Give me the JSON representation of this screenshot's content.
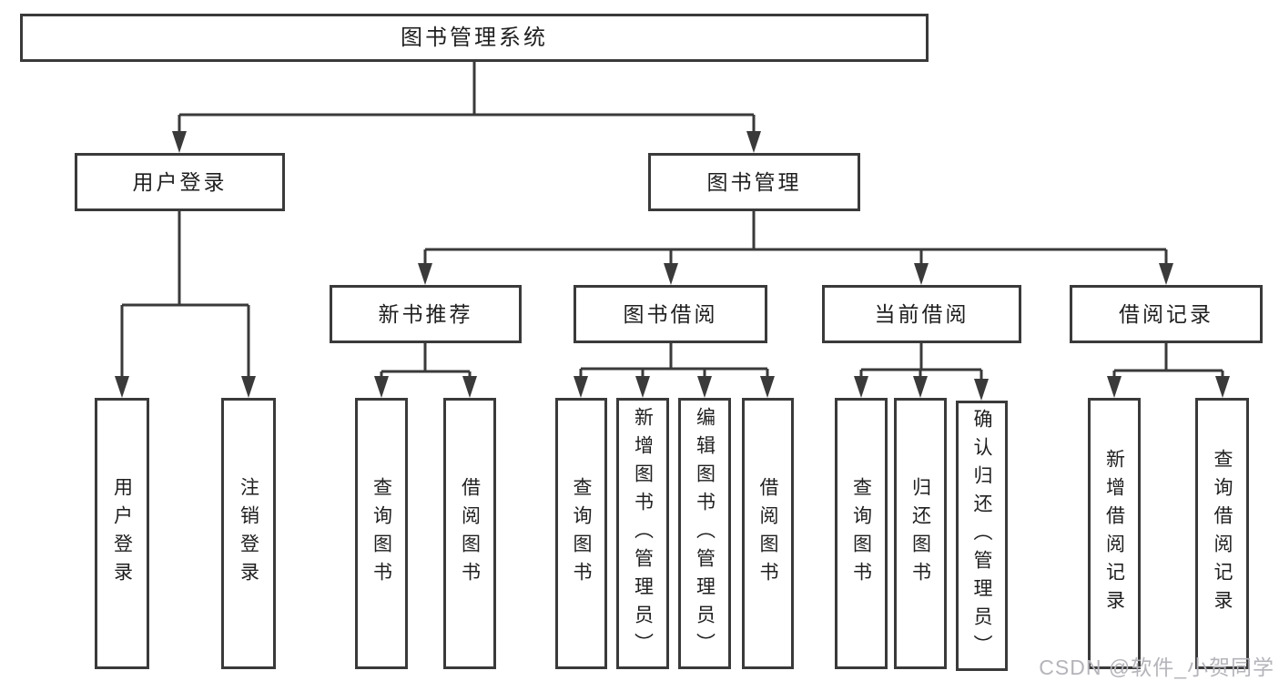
{
  "diagram": {
    "title": "图书管理系统",
    "watermark": "CSDN @软件_小贺同学",
    "colors": {
      "line": "#3a3a3a",
      "text": "#1f1f1f",
      "watermark": "#b4b4ba",
      "background": "#ffffff"
    },
    "nodes": {
      "root": {
        "label": "图书管理系统"
      },
      "user_login": {
        "label": "用户登录"
      },
      "book_mgmt": {
        "label": "图书管理"
      },
      "new_book_rec": {
        "label": "新书推荐"
      },
      "book_borrow": {
        "label": "图书借阅"
      },
      "current_borrow": {
        "label": "当前借阅"
      },
      "borrow_records": {
        "label": "借阅记录"
      },
      "leaf_user_login": {
        "label": "用户登录"
      },
      "leaf_logout": {
        "label": "注销登录"
      },
      "leaf_query_1": {
        "label": "查询图书"
      },
      "leaf_borrow_1": {
        "label": "借阅图书"
      },
      "leaf_query_2": {
        "label": "查询图书"
      },
      "leaf_add_books": {
        "label": "新增图书（管理员）"
      },
      "leaf_edit_books": {
        "label": "编辑图书（管理员）"
      },
      "leaf_borrow_2": {
        "label": "借阅图书"
      },
      "leaf_query_3": {
        "label": "查询图书"
      },
      "leaf_return_books": {
        "label": "归还图书"
      },
      "leaf_confirm_return": {
        "label": "确认归还（管理员）"
      },
      "leaf_add_record": {
        "label": "新增借阅记录"
      },
      "leaf_query_record": {
        "label": "查询借阅记录"
      }
    },
    "edges": [
      {
        "from": "root",
        "to": "user_login"
      },
      {
        "from": "root",
        "to": "book_mgmt"
      },
      {
        "from": "user_login",
        "to": "leaf_user_login"
      },
      {
        "from": "user_login",
        "to": "leaf_logout"
      },
      {
        "from": "book_mgmt",
        "to": "new_book_rec"
      },
      {
        "from": "book_mgmt",
        "to": "book_borrow"
      },
      {
        "from": "book_mgmt",
        "to": "current_borrow"
      },
      {
        "from": "book_mgmt",
        "to": "borrow_records"
      },
      {
        "from": "new_book_rec",
        "to": "leaf_query_1"
      },
      {
        "from": "new_book_rec",
        "to": "leaf_borrow_1"
      },
      {
        "from": "book_borrow",
        "to": "leaf_query_2"
      },
      {
        "from": "book_borrow",
        "to": "leaf_add_books"
      },
      {
        "from": "book_borrow",
        "to": "leaf_edit_books"
      },
      {
        "from": "book_borrow",
        "to": "leaf_borrow_2"
      },
      {
        "from": "current_borrow",
        "to": "leaf_query_3"
      },
      {
        "from": "current_borrow",
        "to": "leaf_return_books"
      },
      {
        "from": "current_borrow",
        "to": "leaf_confirm_return"
      },
      {
        "from": "borrow_records",
        "to": "leaf_add_record"
      },
      {
        "from": "borrow_records",
        "to": "leaf_query_record"
      }
    ]
  }
}
